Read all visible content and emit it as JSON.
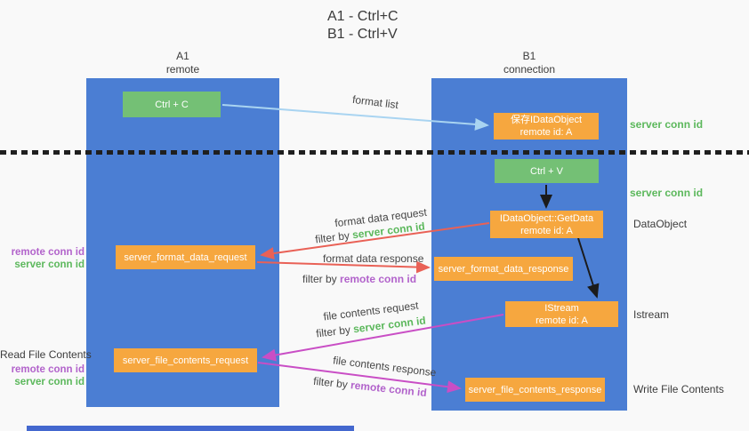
{
  "title": {
    "line1": "A1 - Ctrl+C",
    "line2": "B1 - Ctrl+V"
  },
  "columns": {
    "left": {
      "id": "A1",
      "role": "remote"
    },
    "right": {
      "id": "B1",
      "role": "connection"
    }
  },
  "nodes": {
    "ctrl_c": {
      "label": "Ctrl + C"
    },
    "ctrl_v": {
      "label": "Ctrl + V"
    },
    "save_dataobject": {
      "line1": "保存IDataObject",
      "line2": "remote id: A"
    },
    "getdata": {
      "line1": "IDataObject::GetData",
      "line2": "remote id: A"
    },
    "istream": {
      "line1": "IStream",
      "line2": "remote id: A"
    },
    "format_request": {
      "label": "server_format_data_request"
    },
    "format_response": {
      "label": "server_format_data_response"
    },
    "file_request": {
      "label": "server_file_contents_request"
    },
    "file_response": {
      "label": "server_file_contents_response"
    }
  },
  "messages": {
    "format_list": {
      "label": "format list"
    },
    "format_data_request": {
      "label": "format data request",
      "filter_prefix": "filter by",
      "filter_key": "server conn id"
    },
    "format_data_response": {
      "label": "format data response",
      "filter_prefix": "filter by",
      "filter_key": "remote conn id"
    },
    "file_contents_request": {
      "label": "file contents request",
      "filter_prefix": "filter by",
      "filter_key": "server conn id"
    },
    "file_contents_response": {
      "label": "file contents response",
      "filter_prefix": "filter by",
      "filter_key": "remote conn id"
    }
  },
  "annotations": {
    "server_conn_id_top": "server conn id",
    "server_conn_id_mid": "server conn id",
    "dataobject": "DataObject",
    "istream": "Istream",
    "write_file_contents": "Write File Contents",
    "read_file_contents": "Read File Contents",
    "format_ids": {
      "remote": "remote conn id",
      "server": "server conn id"
    },
    "file_ids": {
      "remote": "remote conn id",
      "server": "server conn id"
    }
  },
  "colors": {
    "column_blue": "#4b7ed3",
    "node_orange": "#f6a73f",
    "key_green": "#74c075",
    "green_text": "#5cb85c",
    "purple_text": "#b263cb",
    "red_arrow": "#e96156",
    "magenta_arrow": "#c94ec5",
    "light_blue_arrow": "#a9d4f1",
    "black_arrow": "#1b1b1b"
  }
}
